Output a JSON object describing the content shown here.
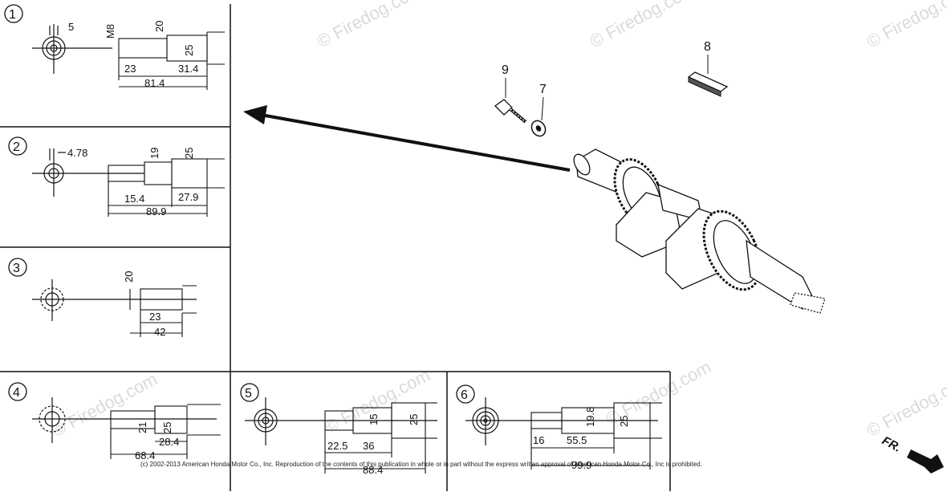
{
  "panels": [
    {
      "id": "1",
      "dims": [
        "5",
        "M8",
        "20",
        "25",
        "23",
        "31.4",
        "81.4"
      ]
    },
    {
      "id": "2",
      "dims": [
        "4.78",
        "19",
        "25",
        "15.4",
        "27.9",
        "89.9"
      ]
    },
    {
      "id": "3",
      "dims": [
        "20",
        "23",
        "42"
      ]
    },
    {
      "id": "4",
      "dims": [
        "21",
        "25",
        "28.4",
        "68.4"
      ]
    },
    {
      "id": "5",
      "dims": [
        "15",
        "25",
        "22.5",
        "36",
        "88.4"
      ]
    },
    {
      "id": "6",
      "dims": [
        "19.8",
        "25",
        "16",
        "55.5",
        "99.9"
      ]
    }
  ],
  "parts": {
    "p9": "9",
    "p7": "7",
    "p8": "8"
  },
  "watermark": "© Firedog.com",
  "front_label": "FR.",
  "copyright": "(c) 2002-2013 American Honda Motor Co., Inc. Reproduction of the contents of this publication in whole or in part without the express written approval of American Honda Motor Co., Inc is prohibited.",
  "colors": {
    "line": "#111111",
    "watermark": "#bdbdbd"
  }
}
